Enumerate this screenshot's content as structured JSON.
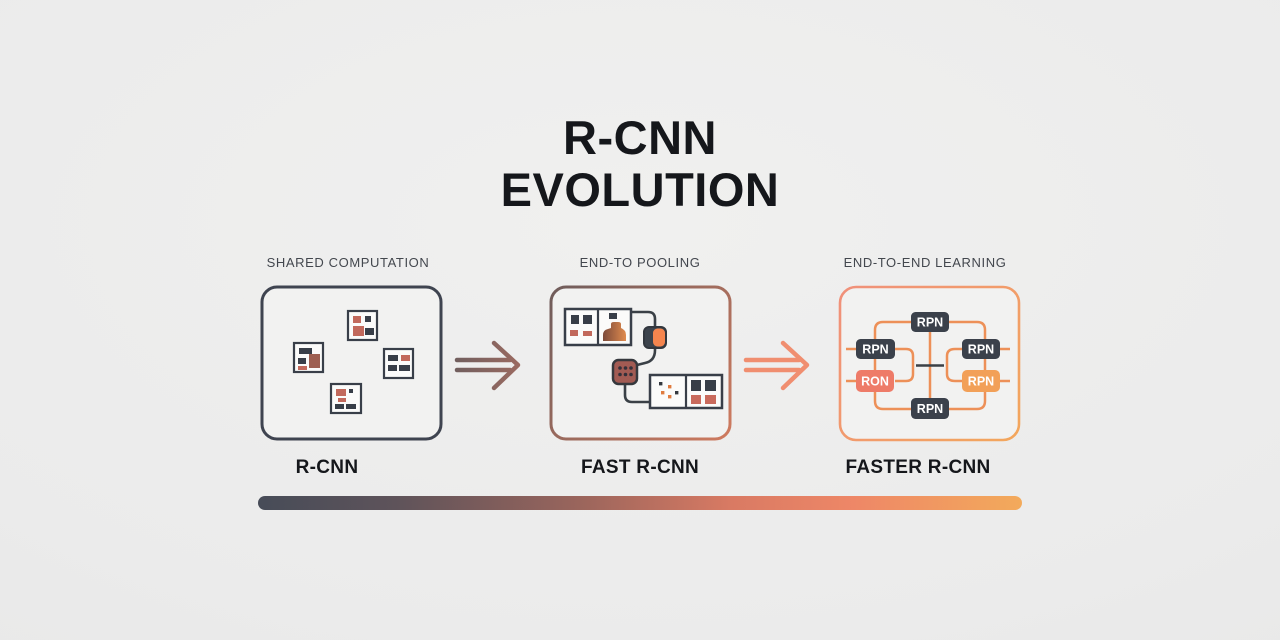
{
  "title": {
    "line1": "R-CNN",
    "line2": "EVOLUTION"
  },
  "stages": [
    {
      "caption": "SHARED COMPUTATION",
      "name": "R-CNN"
    },
    {
      "caption": "END-TO POOLING",
      "name": "FAST R-CNN"
    },
    {
      "caption": "END-TO-END LEARNING",
      "name": "FASTER R-CNN"
    }
  ],
  "faster_rcnn_nodes": {
    "top": "RPN",
    "left_upper": "RPN",
    "left_lower": "RON",
    "right_upper": "RPN",
    "right_lower": "RPN",
    "bottom": "RPN"
  },
  "icons": {
    "arrow_between_stage_1_2": "double-line-right-arrow",
    "arrow_between_stage_2_3": "double-line-right-arrow"
  },
  "colors": {
    "background": "#ebebeb",
    "text_dark": "#15171b",
    "caption_gray": "#43474e",
    "stage1_border": "#3f4450",
    "stage2_border_start": "#6e5c5b",
    "stage2_border_end": "#d07b5f",
    "stage3_border_start": "#f0907b",
    "stage3_border_end": "#f3a75c",
    "node_dark": "#3b414b",
    "node_salmon": "#ee7b68",
    "node_orange": "#f2a058",
    "line_orange": "#ed9058",
    "block_salmon": "#c2695c",
    "block_brown": "#9e5f51",
    "arrow1": "#916a64",
    "arrow2": "#f08e70",
    "timeline_gradient": [
      "#474c58",
      "#9a655c",
      "#ee8266",
      "#f3aa5b"
    ]
  }
}
